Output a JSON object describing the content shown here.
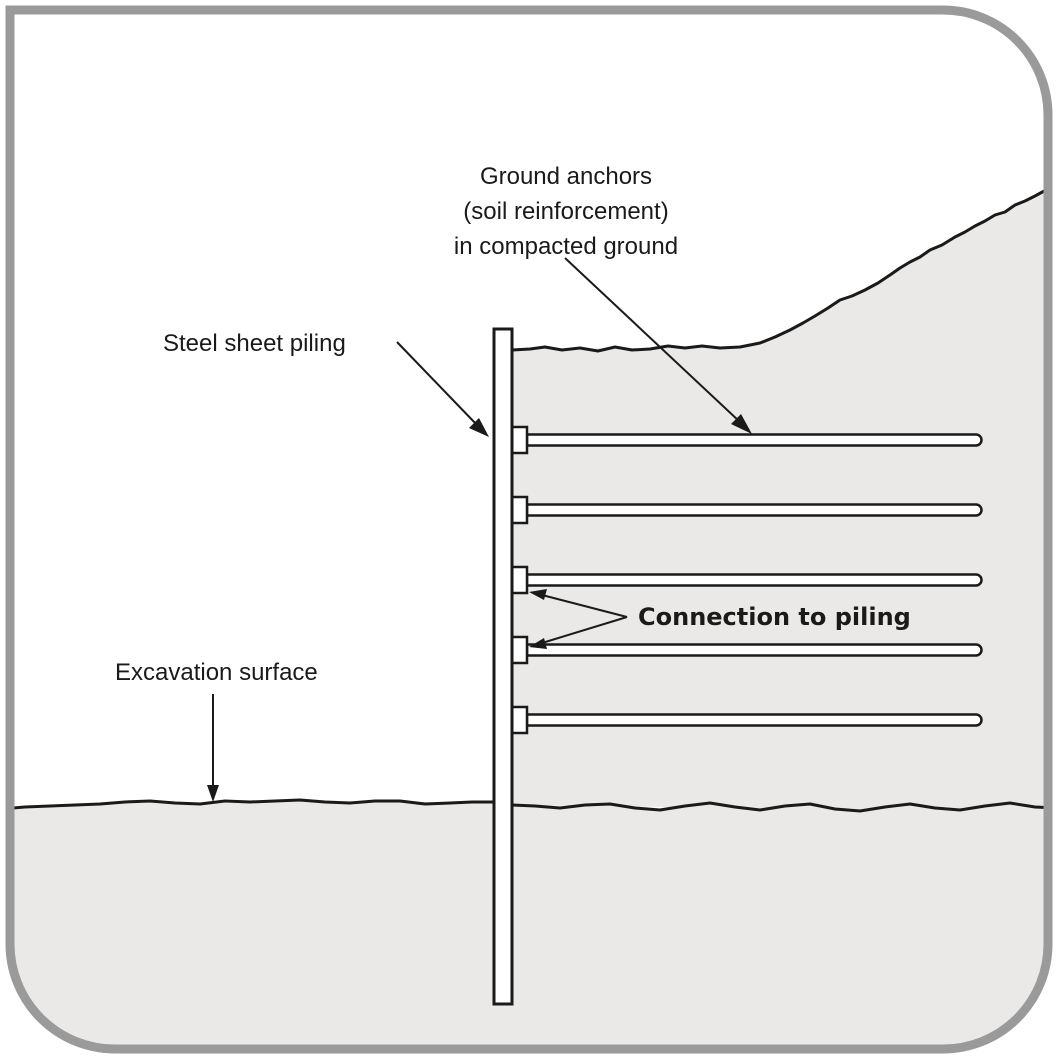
{
  "colors": {
    "frame": "#9a9a9a",
    "soil": "#ebe9e7",
    "ink": "#1a1a1a",
    "background": "#ffffff"
  },
  "labels": {
    "ground_anchors": {
      "line1": "Ground anchors",
      "line2": "(soil reinforcement)",
      "line3": "in compacted  ground"
    },
    "steel_sheet_piling": "Steel sheet piling",
    "connection_to_piling": "Connection to piling",
    "excavation_surface": "Excavation surface"
  },
  "anchors": {
    "count": 5
  }
}
